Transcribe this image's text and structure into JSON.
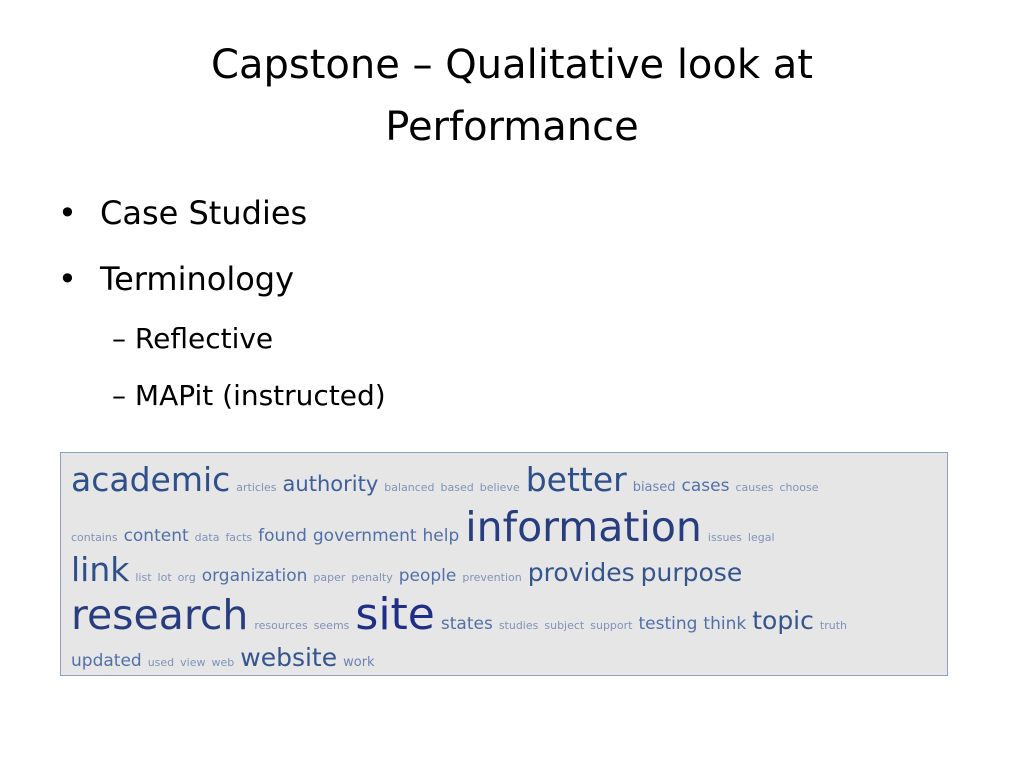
{
  "slide": {
    "title_line1": "Capstone – Qualitative look at",
    "title_line2": "Performance"
  },
  "bullets": {
    "case_studies": "Case Studies",
    "terminology": "Terminology",
    "marker": "•",
    "dash": "–",
    "sub": {
      "reflective": "Reflective",
      "mapit": "MAPit (instructed)"
    }
  },
  "word_cloud": {
    "rows": [
      [
        {
          "text": "academic",
          "weight": 6
        },
        {
          "text": "articles",
          "weight": 1
        },
        {
          "text": "authority",
          "weight": 4
        },
        {
          "text": "balanced",
          "weight": 1
        },
        {
          "text": "based",
          "weight": 1
        },
        {
          "text": "believe",
          "weight": 1
        },
        {
          "text": "better",
          "weight": 6
        },
        {
          "text": "biased",
          "weight": 2
        },
        {
          "text": "cases",
          "weight": 3
        },
        {
          "text": "causes",
          "weight": 1
        },
        {
          "text": "choose",
          "weight": 1
        }
      ],
      [
        {
          "text": "contains",
          "weight": 1
        },
        {
          "text": "content",
          "weight": 3
        },
        {
          "text": "data",
          "weight": 1
        },
        {
          "text": "facts",
          "weight": 1
        },
        {
          "text": "found",
          "weight": 3
        },
        {
          "text": "government",
          "weight": 3
        },
        {
          "text": "help",
          "weight": 3
        },
        {
          "text": "information",
          "weight": 7
        },
        {
          "text": "issues",
          "weight": 1
        },
        {
          "text": "legal",
          "weight": 1
        }
      ],
      [
        {
          "text": "link",
          "weight": 6
        },
        {
          "text": "list",
          "weight": 1
        },
        {
          "text": "lot",
          "weight": 1
        },
        {
          "text": "org",
          "weight": 1
        },
        {
          "text": "organization",
          "weight": 3
        },
        {
          "text": "paper",
          "weight": 1
        },
        {
          "text": "penalty",
          "weight": 1
        },
        {
          "text": "people",
          "weight": 3
        },
        {
          "text": "prevention",
          "weight": 1
        },
        {
          "text": "provides",
          "weight": 5
        },
        {
          "text": "purpose",
          "weight": 5
        }
      ],
      [
        {
          "text": "research",
          "weight": 7
        },
        {
          "text": "resources",
          "weight": 1
        },
        {
          "text": "seems",
          "weight": 1
        },
        {
          "text": "site",
          "weight": 8
        },
        {
          "text": "states",
          "weight": 3
        },
        {
          "text": "studies",
          "weight": 1
        },
        {
          "text": "subject",
          "weight": 1
        },
        {
          "text": "support",
          "weight": 1
        },
        {
          "text": "testing",
          "weight": 3
        },
        {
          "text": "think",
          "weight": 3
        },
        {
          "text": "topic",
          "weight": 5
        },
        {
          "text": "truth",
          "weight": 1
        }
      ],
      [
        {
          "text": "updated",
          "weight": 3
        },
        {
          "text": "used",
          "weight": 1
        },
        {
          "text": "view",
          "weight": 1
        },
        {
          "text": "web",
          "weight": 1
        },
        {
          "text": "website",
          "weight": 5
        },
        {
          "text": "work",
          "weight": 2
        }
      ]
    ]
  }
}
